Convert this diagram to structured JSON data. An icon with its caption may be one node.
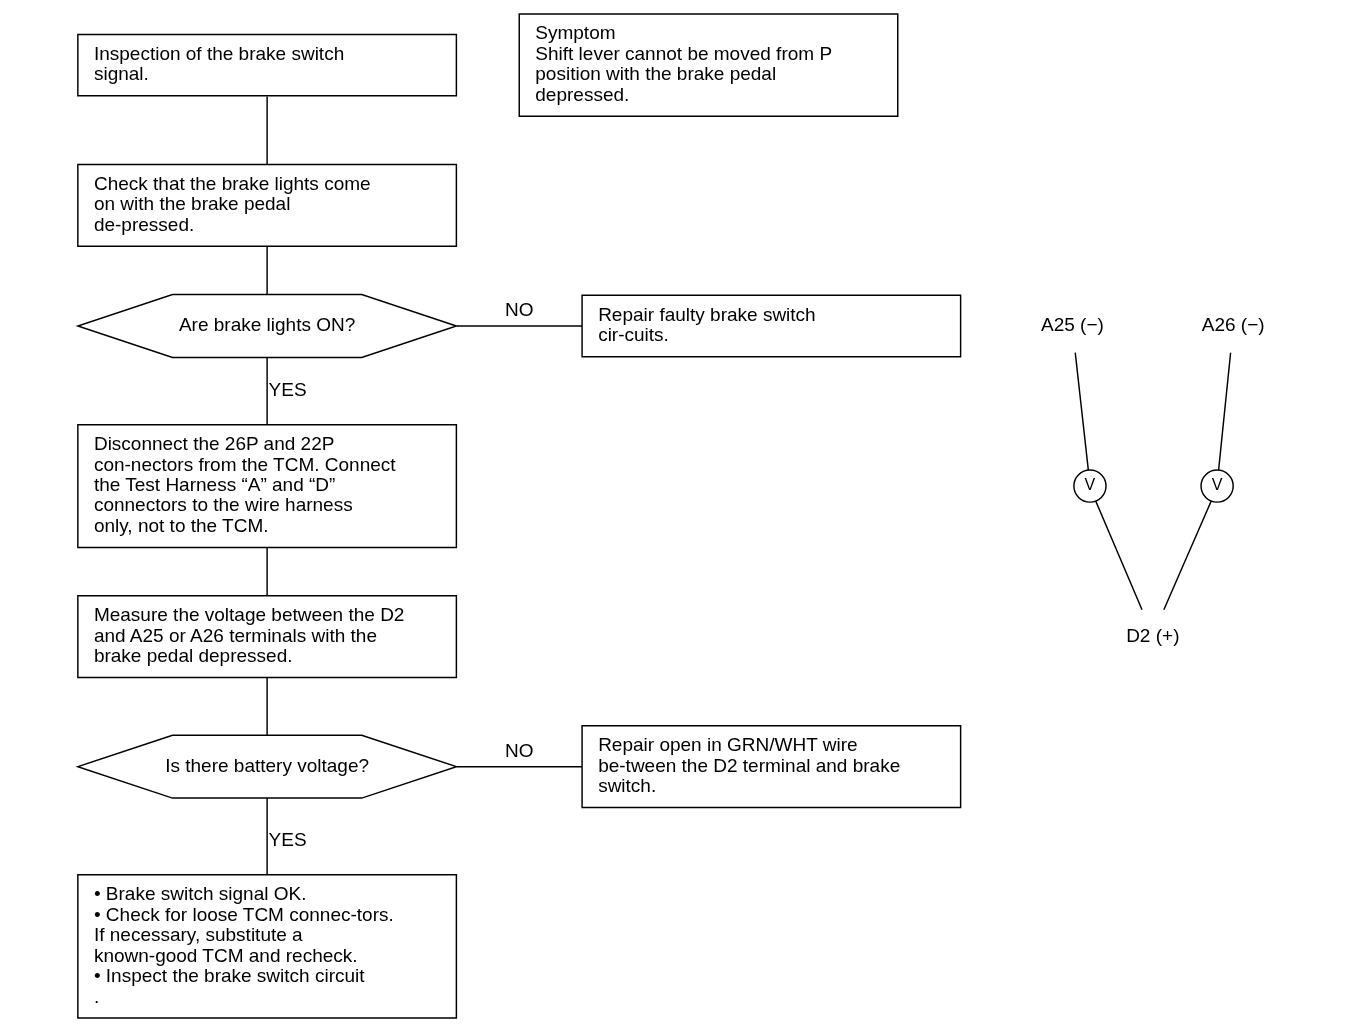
{
  "diagram": {
    "nodes": [
      {
        "text": [
          "Inspection of the brake switch signal."
        ]
      },
      {
        "text": [
          "Check that the brake lights come on with the brake pedal de-pressed."
        ]
      },
      {
        "text": [
          "Are brake lights ON?"
        ]
      },
      {
        "text": [
          "Repair faulty brake switch cir-cuits."
        ]
      },
      {
        "text": [
          "Disconnect the 26P and 22P con-nectors from the TCM. Connect the Test Harness “A” and “D” connectors to the wire harness only, not to the TCM."
        ]
      },
      {
        "text": [
          "Measure the voltage between the D2 and A25 or A26 terminals with the brake pedal depressed."
        ]
      },
      {
        "text": [
          "Is there battery voltage?"
        ]
      },
      {
        "text": [
          "Repair open in GRN/WHT wire be-tween the D2 terminal and brake switch."
        ]
      },
      {
        "text": [
          "• Brake switch signal OK.",
          "• Check for loose TCM connec-tors. If necessary, substitute a known-good TCM and recheck.",
          "• Inspect the brake switch circuit ."
        ]
      },
      {
        "text": [
          "Symptom",
          "Shift lever cannot be moved from P position with the brake pedal depressed."
        ]
      },
      {
        "text": [
          "A25 (−)"
        ]
      },
      {
        "text": [
          "A26 (−)"
        ]
      },
      {
        "text": [
          "D2 (+)"
        ]
      },
      {
        "text": [
          "V"
        ]
      },
      {
        "text": [
          "V"
        ]
      }
    ],
    "edges": [
      {
        "from": 0,
        "to": 1,
        "arrow": "none"
      },
      {
        "from": 1,
        "to": 2,
        "arrow": "none"
      },
      {
        "from": 2,
        "to": 3,
        "arrow": "none",
        "label": "NO"
      },
      {
        "from": 2,
        "to": 4,
        "arrow": "none",
        "label": "YES"
      },
      {
        "from": 4,
        "to": 5,
        "arrow": "none"
      },
      {
        "from": 5,
        "to": 6,
        "arrow": "none"
      },
      {
        "from": 6,
        "to": 7,
        "arrow": "none",
        "label": "NO"
      },
      {
        "from": 6,
        "to": 8,
        "arrow": "none",
        "label": "YES"
      },
      {
        "from": 10,
        "to": 13,
        "arrow": "none"
      },
      {
        "from": 13,
        "to": 12,
        "arrow": "none"
      },
      {
        "from": 11,
        "to": 14,
        "arrow": "none"
      },
      {
        "from": 14,
        "to": 12,
        "arrow": "none"
      }
    ]
  }
}
